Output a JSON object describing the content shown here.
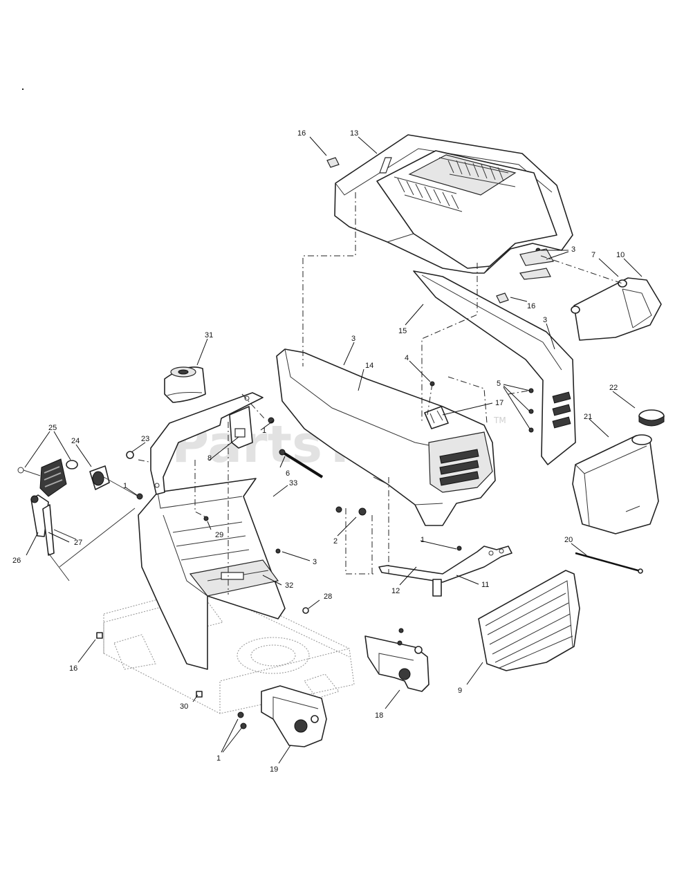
{
  "watermark": {
    "text": "PartsTree",
    "tm": "TM"
  },
  "callouts": {
    "c1a": "1",
    "c1b": "1",
    "c1c": "1",
    "c1d": "1",
    "c2": "2",
    "c3a": "3",
    "c3b": "3",
    "c3c": "3",
    "c3d": "3",
    "c4": "4",
    "c5": "5",
    "c6": "6",
    "c7": "7",
    "c8": "8",
    "c9": "9",
    "c10": "10",
    "c11": "11",
    "c12": "12",
    "c13": "13",
    "c14": "14",
    "c15": "15",
    "c16a": "16",
    "c16b": "16",
    "c16c": "16",
    "c17": "17",
    "c18": "18",
    "c19": "19",
    "c20": "20",
    "c21": "21",
    "c22": "22",
    "c23": "23",
    "c24": "24",
    "c25": "25",
    "c26": "26",
    "c27": "27",
    "c28": "28",
    "c29": "29",
    "c30": "30",
    "c31": "31",
    "c32": "32",
    "c33": "33"
  },
  "colors": {
    "line": "#222222",
    "watermark": "#d9d9d9",
    "background": "#ffffff"
  }
}
